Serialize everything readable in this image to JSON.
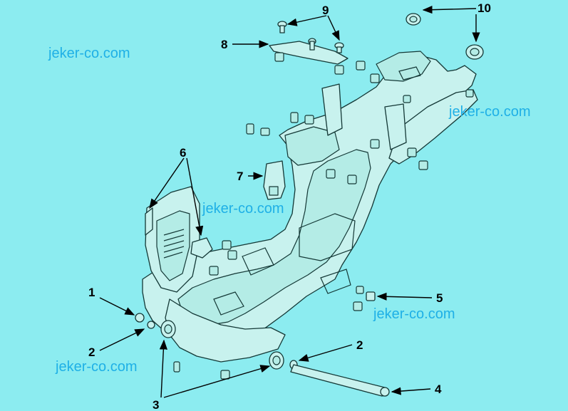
{
  "watermarks": [
    {
      "text": "jeker-co.com"
    },
    {
      "text": "jeker-co.com"
    },
    {
      "text": "jeker-co.com"
    },
    {
      "text": "jeker-co.com"
    },
    {
      "text": "jeker-co.com"
    }
  ],
  "callouts": {
    "n1": "1",
    "n2a": "2",
    "n2b": "2",
    "n3": "3",
    "n4": "4",
    "n5": "5",
    "n6": "6",
    "n7": "7",
    "n8": "8",
    "n9": "9",
    "n10": "10"
  },
  "colors": {
    "background": "#8cecf0",
    "watermark": "#1fb0e6",
    "part_fill": "#c8f2ee",
    "outline": "#143836"
  }
}
